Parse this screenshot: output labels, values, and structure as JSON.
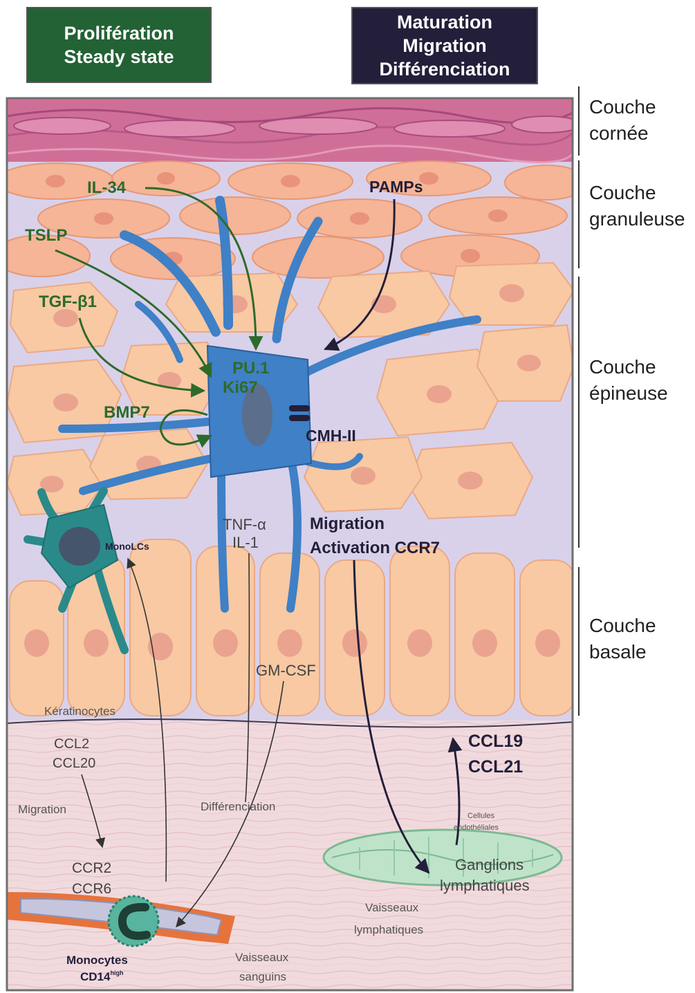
{
  "headers": {
    "left": {
      "line1": "Prolifération",
      "line2": "Steady state",
      "color": "#236235"
    },
    "right": {
      "line1": "Maturation",
      "line2": "Migration",
      "line3": "Différenciation",
      "color": "#231f3a"
    }
  },
  "layers": {
    "cornee": {
      "line1": "Couche",
      "line2": "cornée"
    },
    "granuleuse": {
      "line1": "Couche",
      "line2": "granuleuse"
    },
    "epineuse": {
      "line1": "Couche",
      "line2": "épineuse"
    },
    "basale": {
      "line1": "Couche",
      "line2": "basale"
    }
  },
  "signals": {
    "il34": "IL-34",
    "tslp": "TSLP",
    "tgfb1": "TGF-β1",
    "bmp7": "BMP7",
    "pamps": "PAMPs",
    "pu1": "PU.1",
    "ki67": "Ki67",
    "cmh": "CMH-II",
    "tnfa": "TNF-α",
    "il1": "IL-1",
    "migration_act_1": "Migration",
    "migration_act_2": "Activation CCR7",
    "monolcs": "MonoLCs",
    "gmcsf": "GM-CSF",
    "keratinocytes": "Kératinocytes",
    "ccl2": "CCL2",
    "ccl20": "CCL20",
    "migration": "Migration",
    "differenciation": "Différenciation",
    "ccr2": "CCR2",
    "ccr6": "CCR6",
    "monocytes": "Monocytes",
    "cd14": "CD14",
    "cd14_sup": "high",
    "vaisseaux_sanguins_1": "Vaisseaux",
    "vaisseaux_sanguins_2": "sanguins",
    "ccl19": "CCL19",
    "ccl21": "CCL21",
    "cellules_1": "Cellules",
    "cellules_2": "endothéliales",
    "ganglions_1": "Ganglions",
    "ganglions_2": "lymphatiques",
    "vaisseaux_lymph_1": "Vaisseaux",
    "vaisseaux_lymph_2": "lymphatiques"
  },
  "colors": {
    "green": "#2e6a2a",
    "dark": "#231f3a",
    "lc_blue": "#3d7fc4",
    "mono_teal": "#2a8a8a",
    "skin": "#f6cda6",
    "dermis": "#f1d9dc",
    "cornee": "#d86f9a"
  }
}
